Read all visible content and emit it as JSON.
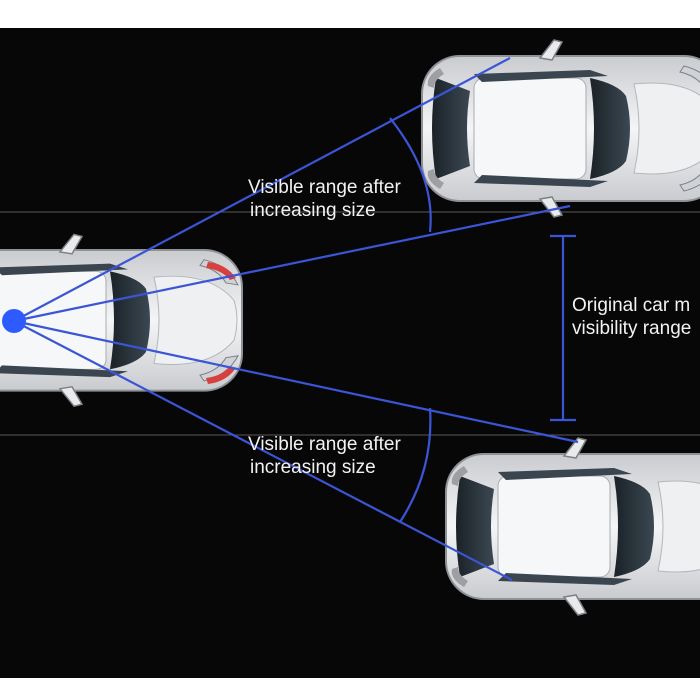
{
  "labels": {
    "upper_range_line1": "Visible range after",
    "upper_range_line2": "increasing size",
    "lower_range_line1": "Visible range after",
    "lower_range_line2": "increasing size",
    "original_line1": "Original car m",
    "original_line2": "visibility range"
  },
  "colors": {
    "background": "#070708",
    "sight_line": "#3a55d6",
    "camera_dot": "#2d5bff",
    "car_body": "#e9eaec",
    "glass": "#27323a",
    "lane_line": "#5a5a5a",
    "text": "#f2f2f2"
  },
  "icons": {
    "ego_car": "car-top-view-icon",
    "other_cars": "car-top-view-icon",
    "camera": "camera-dot-icon"
  }
}
